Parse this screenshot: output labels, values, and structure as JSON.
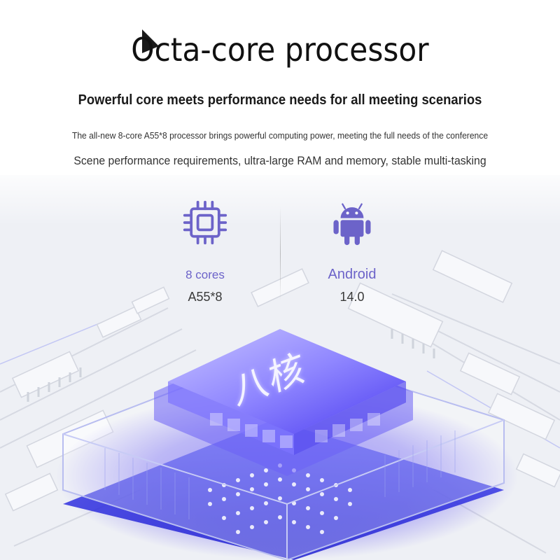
{
  "header": {
    "title": "Octa-core processor",
    "subtitle": "Powerful core meets performance needs for all meeting scenarios",
    "description_line1": "The all-new 8-core A55*8 processor brings powerful computing power, meeting the full needs of the conference",
    "description_line2": "Scene performance requirements, ultra-large RAM and memory, stable multi-tasking"
  },
  "specs": [
    {
      "icon": "cpu-chip-icon",
      "label": "8 cores",
      "value": "A55*8"
    },
    {
      "icon": "android-robot-icon",
      "label": "Android",
      "value": "14.0"
    }
  ],
  "chip": {
    "text": "八核"
  },
  "colors": {
    "accent": "#6c63c9",
    "glow": "#3c3cf0",
    "title": "#111111"
  }
}
